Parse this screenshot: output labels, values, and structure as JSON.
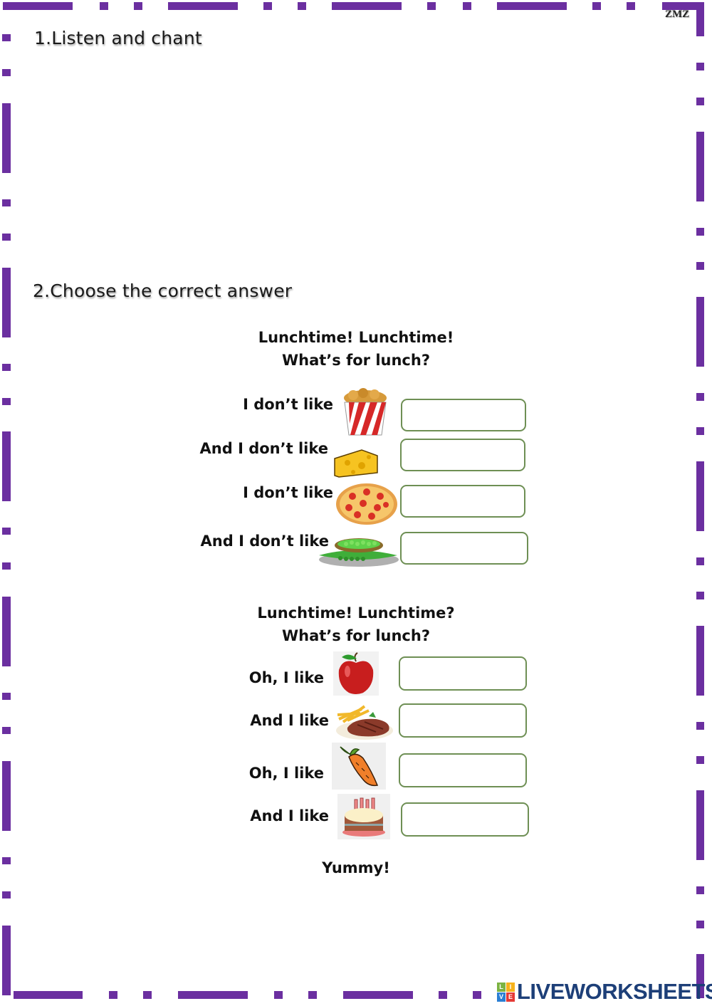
{
  "watermark": "ZMZ",
  "section1": {
    "title": "1.Listen and chant"
  },
  "section2": {
    "title": "2.Choose the correct answer"
  },
  "verse1": {
    "line1": "Lunchtime! Lunchtime!",
    "line2": "What’s for lunch?",
    "rows": [
      {
        "label": "I don’t like",
        "food_icon": "fried-chicken-bucket-icon",
        "answer": ""
      },
      {
        "label": "And I don’t like",
        "food_icon": "cheese-icon",
        "answer": ""
      },
      {
        "label": "I don’t like",
        "food_icon": "pizza-icon",
        "answer": ""
      },
      {
        "label": "And I don’t like",
        "food_icon": "peas-icon",
        "answer": ""
      }
    ]
  },
  "verse2": {
    "line1": "Lunchtime! Lunchtime?",
    "line2": "What’s for lunch?",
    "rows": [
      {
        "label": "Oh, I like",
        "food_icon": "apple-icon",
        "answer": ""
      },
      {
        "label": "And I like",
        "food_icon": "steak-and-fries-icon",
        "answer": ""
      },
      {
        "label": "Oh, I like",
        "food_icon": "carrot-icon",
        "answer": ""
      },
      {
        "label": "And I like",
        "food_icon": "birthday-cake-icon",
        "answer": ""
      }
    ]
  },
  "closing": "Yummy!",
  "branding": {
    "logo_text": "LIVEWORKSHEETS",
    "logo_letters": [
      "L",
      "I",
      "V",
      "E"
    ],
    "logo_colors": [
      "#7cb342",
      "#f6b21b",
      "#2b7fd4",
      "#e53935"
    ],
    "text_color": "#1d3f78"
  },
  "colors": {
    "border": "#6b2fa0",
    "answer_box_border": "#6e8f54"
  }
}
